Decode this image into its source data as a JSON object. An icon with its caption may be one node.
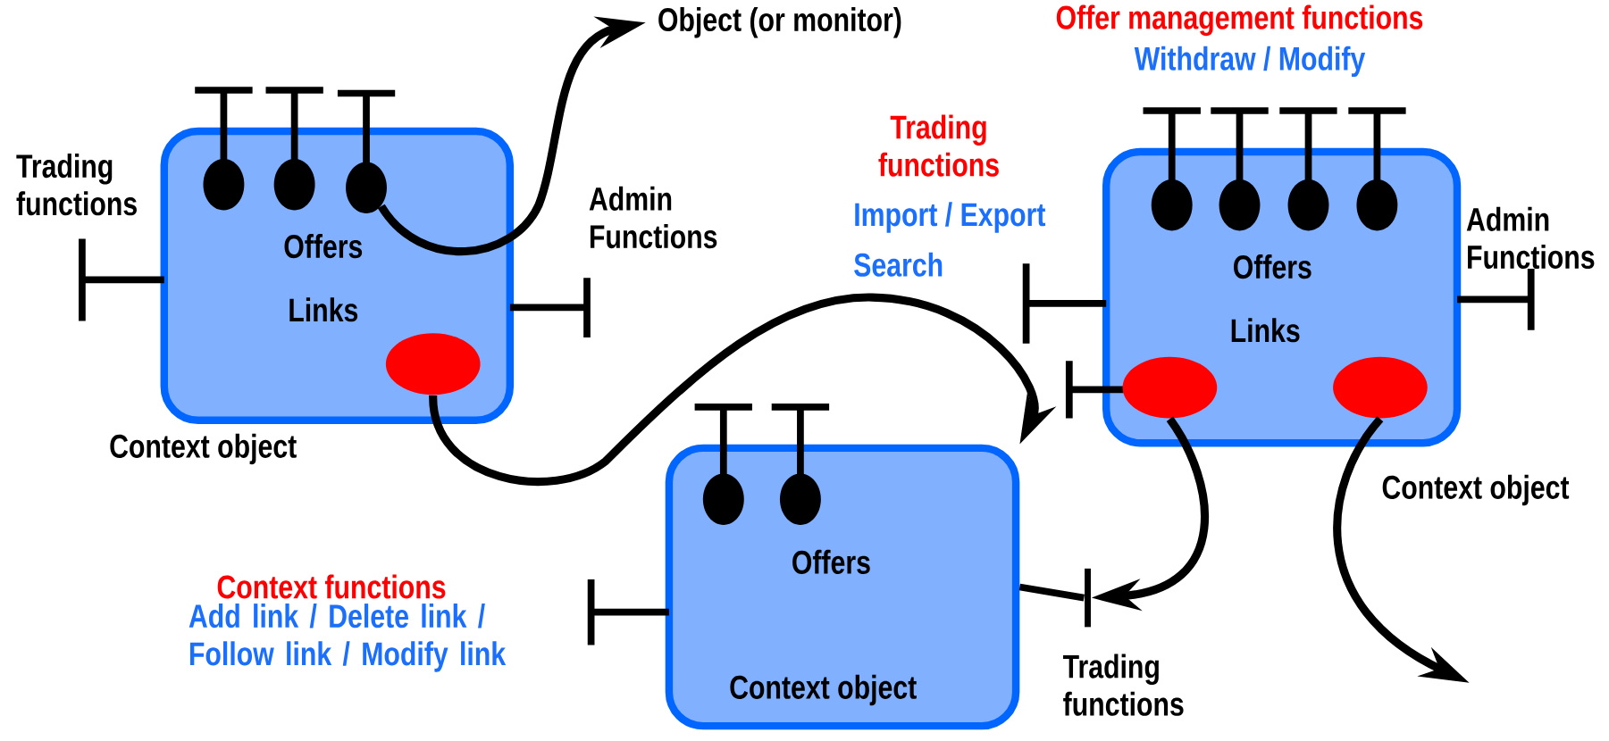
{
  "diagram": {
    "nodes": [
      {
        "text": [
          "Object (or monitor)"
        ]
      },
      {
        "text": [
          "Offers",
          "Links"
        ],
        "beside": [
          "Context object"
        ]
      },
      {
        "text": [],
        "shape": "circle",
        "in": 1
      },
      {
        "text": [],
        "shape": "circle",
        "in": 1
      },
      {
        "text": [],
        "shape": "circle",
        "in": 1
      },
      {
        "text": [],
        "shape": "ellipse",
        "in": 1
      },
      {
        "text": [
          "Offers",
          "Links"
        ],
        "beside": [
          "Context object"
        ]
      },
      {
        "text": [],
        "shape": "circle",
        "in": 6
      },
      {
        "text": [],
        "shape": "circle",
        "in": 6
      },
      {
        "text": [],
        "shape": "circle",
        "in": 6
      },
      {
        "text": [],
        "shape": "circle",
        "in": 6
      },
      {
        "text": [],
        "shape": "ellipse",
        "in": 6
      },
      {
        "text": [],
        "shape": "ellipse",
        "in": 6
      },
      {
        "text": [
          "Offers",
          "Context object"
        ]
      },
      {
        "text": [],
        "shape": "circle",
        "in": 13
      },
      {
        "text": [],
        "shape": "circle",
        "in": 13
      },
      {
        "text": [],
        "shape": "bar"
      }
    ],
    "edges": [
      {
        "from": 4,
        "to": 0,
        "arrow": "to"
      },
      {
        "from": 5,
        "to": 13,
        "arrow": "to"
      },
      {
        "from": 11,
        "to": 16,
        "arrow": "to"
      },
      {
        "from": 12,
        "to": null,
        "arrow": "to"
      },
      {
        "from": 13,
        "to": 16,
        "arrow": "none"
      }
    ],
    "labels": [
      "Trading functions",
      "Admin Functions",
      "Offer management functions",
      "Withdraw / Modify",
      "Trading functions",
      "Import / Export",
      "Search",
      "Admin Functions",
      "Context functions",
      "Add link / Delete link / Follow link / Modify link",
      "Trading functions"
    ]
  }
}
